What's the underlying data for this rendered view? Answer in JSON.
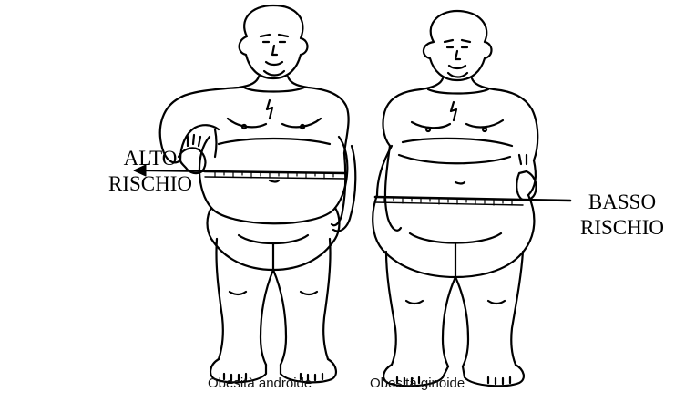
{
  "labels": {
    "high_risk_line1": "ALTO",
    "high_risk_line2": "RISCHIO",
    "low_risk_line1": "BASSO",
    "low_risk_line2": "RISCHIO"
  },
  "captions": {
    "android": "Obesità androide",
    "gynoid": "Obesità ginoide"
  },
  "colors": {
    "ink": "#000000",
    "background": "#ffffff"
  }
}
